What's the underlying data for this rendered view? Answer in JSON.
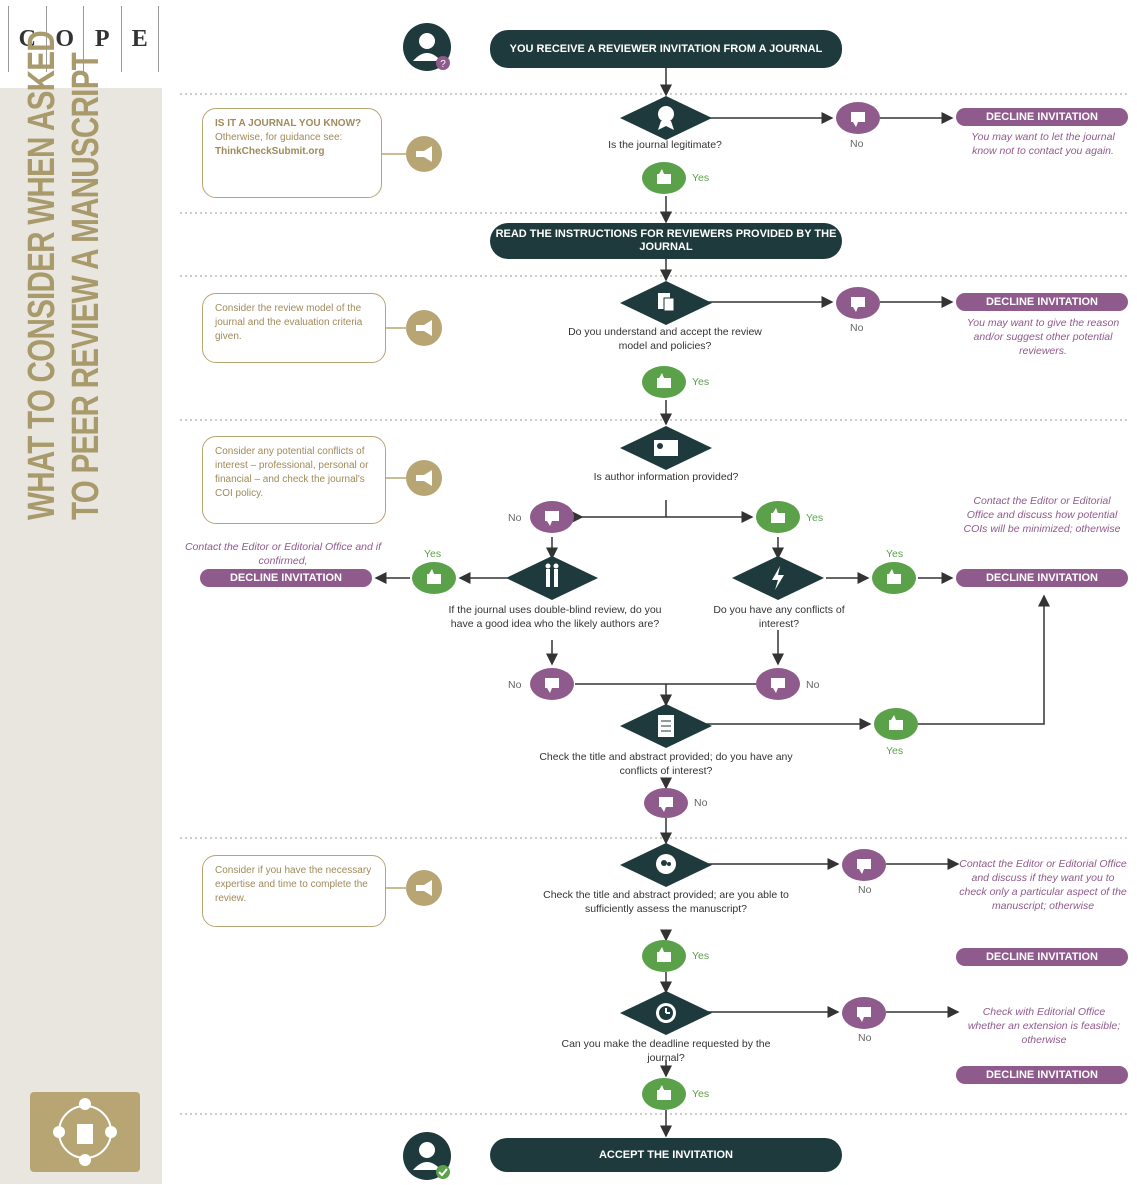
{
  "logo": {
    "letters": [
      "C",
      "O",
      "P",
      "E"
    ]
  },
  "sidebar": {
    "title_line1": "WHAT TO CONSIDER WHEN ASKED",
    "title_line2": "TO PEER REVIEW A MANUSCRIPT"
  },
  "colors": {
    "dark": "#1f3a3c",
    "purple": "#8f5a8c",
    "green": "#5aa14a",
    "gold": "#b7a574"
  },
  "flow": {
    "start": "YOU RECEIVE A REVIEWER INVITATION FROM A JOURNAL",
    "read": "READ THE INSTRUCTIONS FOR REVIEWERS PROVIDED BY THE JOURNAL",
    "accept": "ACCEPT THE INVITATION",
    "yes": "Yes",
    "no": "No",
    "decline": "DECLINE INVITATION",
    "q1": "Is the journal legitimate?",
    "q2": "Do you understand and accept the review model and policies?",
    "q3": "Is author information provided?",
    "q4": "If the journal uses double-blind review, do you have a good idea who the likely authors are?",
    "q5": "Do you have any conflicts of interest?",
    "q6": "Check the title and abstract provided; do you have any conflicts of interest?",
    "q7": "Check the title and abstract provided; are you able to sufficiently assess the manuscript?",
    "q8": "Can you make the deadline requested by the journal?",
    "note1": "You may want to let the journal know not to contact you again.",
    "note2": "You may want to give the reason and/or suggest other potential reviewers.",
    "note3": "Contact the Editor or Editorial Office and if confirmed,",
    "note4": "Contact the Editor or Editorial Office and discuss how potential COIs will be minimized; otherwise",
    "note5": "Contact the Editor or Editorial Office and discuss if they want you to check only a particular aspect of the manuscript; otherwise",
    "note6": "Check with Editorial Office whether an extension is feasible; otherwise"
  },
  "tips": {
    "t1a": "IS IT A JOURNAL YOU KNOW?",
    "t1b": "Otherwise, for guidance see:",
    "t1c": "ThinkCheckSubmit.org",
    "t2": "Consider the review model of the journal and the evaluation criteria given.",
    "t3": "Consider any potential conflicts of interest – professional, personal or financial – and check the journal's COI policy.",
    "t4": "Consider if you have the necessary expertise and time to complete the review."
  }
}
